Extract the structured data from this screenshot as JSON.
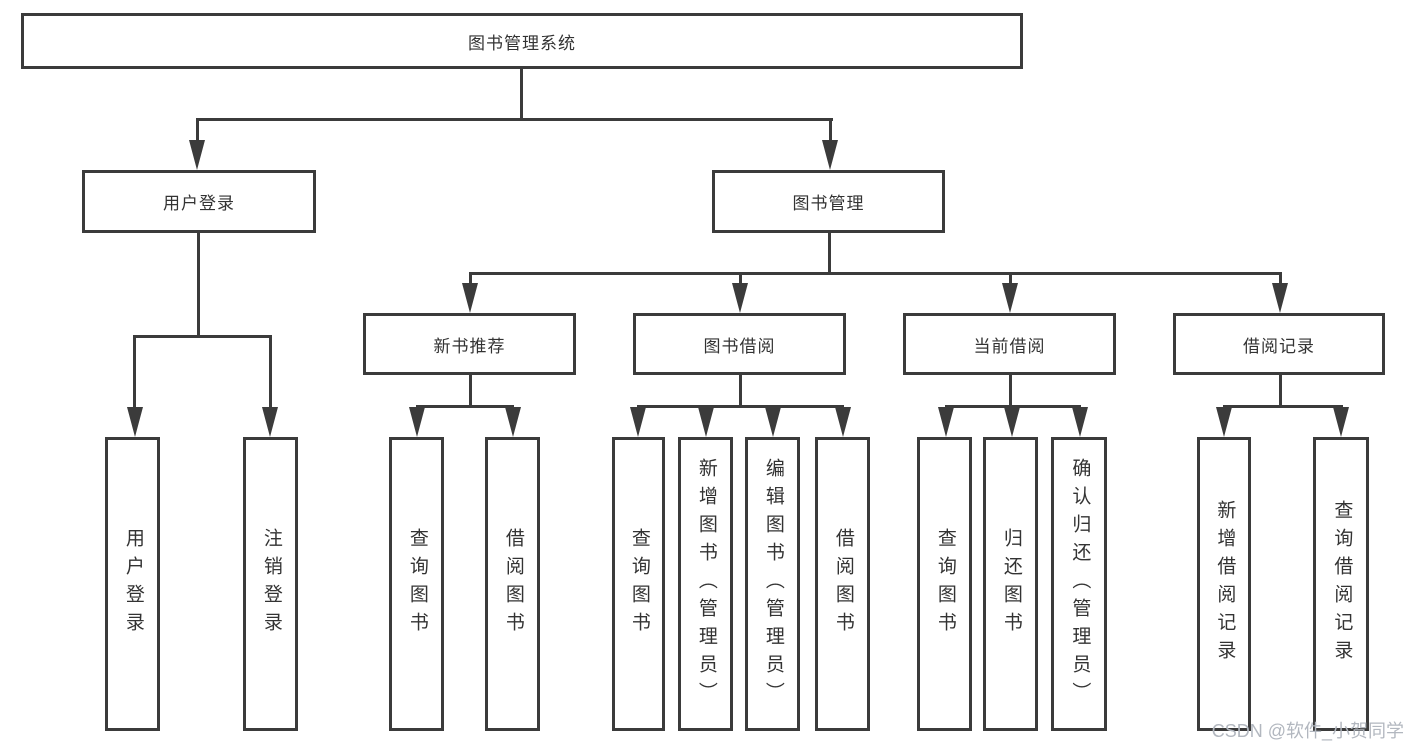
{
  "tree": {
    "root": {
      "label": "图书管理系统"
    },
    "branches": [
      {
        "label": "用户登录",
        "children": [
          {
            "label": "用户登录"
          },
          {
            "label": "注销登录"
          }
        ]
      },
      {
        "label": "图书管理",
        "children": [
          {
            "label": "新书推荐",
            "children": [
              {
                "label": "查询图书"
              },
              {
                "label": "借阅图书"
              }
            ]
          },
          {
            "label": "图书借阅",
            "children": [
              {
                "label": "查询图书"
              },
              {
                "label": "新增图书（管理员）"
              },
              {
                "label": "编辑图书（管理员）"
              },
              {
                "label": "借阅图书"
              }
            ]
          },
          {
            "label": "当前借阅",
            "children": [
              {
                "label": "查询图书"
              },
              {
                "label": "归还图书"
              },
              {
                "label": "确认归还（管理员）"
              }
            ]
          },
          {
            "label": "借阅记录",
            "children": [
              {
                "label": "新增借阅记录"
              },
              {
                "label": "查询借阅记录"
              }
            ]
          }
        ]
      }
    ]
  },
  "watermark": {
    "text": "CSDN @软件_小贺同学"
  },
  "colors": {
    "line": "#3b3b3b",
    "text": "#333333",
    "watermark": "#b2b7bf",
    "background": "#ffffff"
  }
}
